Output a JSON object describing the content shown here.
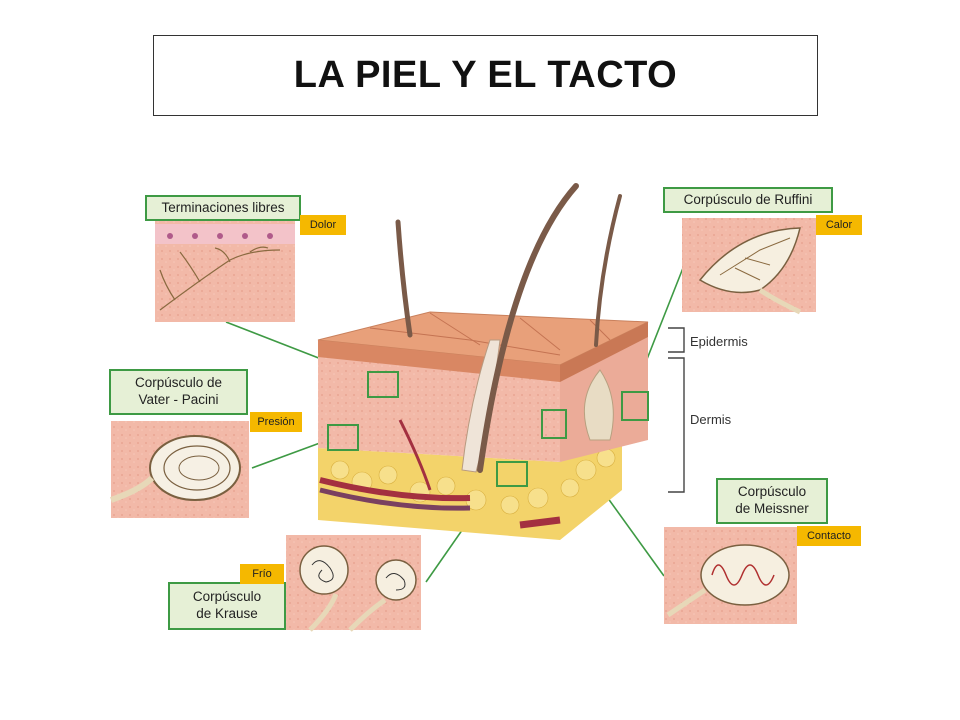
{
  "title": "LA PIEL Y EL TACTO",
  "labels": {
    "terminaciones": "Terminaciones libres",
    "ruffini": "Corpúsculo de Ruffini",
    "pacini": "Corpúsculo de\nVater - Pacini",
    "meissner": "Corpúsculo\nde Meissner",
    "krause": "Corpúsculo\nde Krause"
  },
  "tags": {
    "dolor": "Dolor",
    "calor": "Calor",
    "presion": "Presión",
    "contacto": "Contacto",
    "frio": "Frío"
  },
  "layers": {
    "epidermis": "Epidermis",
    "dermis": "Dermis"
  },
  "colors": {
    "label_border": "#3e9a44",
    "label_fill": "#e6f0d6",
    "tag_fill": "#f5b800",
    "skin": "#f2b9a8",
    "fat": "#f3d36a"
  }
}
